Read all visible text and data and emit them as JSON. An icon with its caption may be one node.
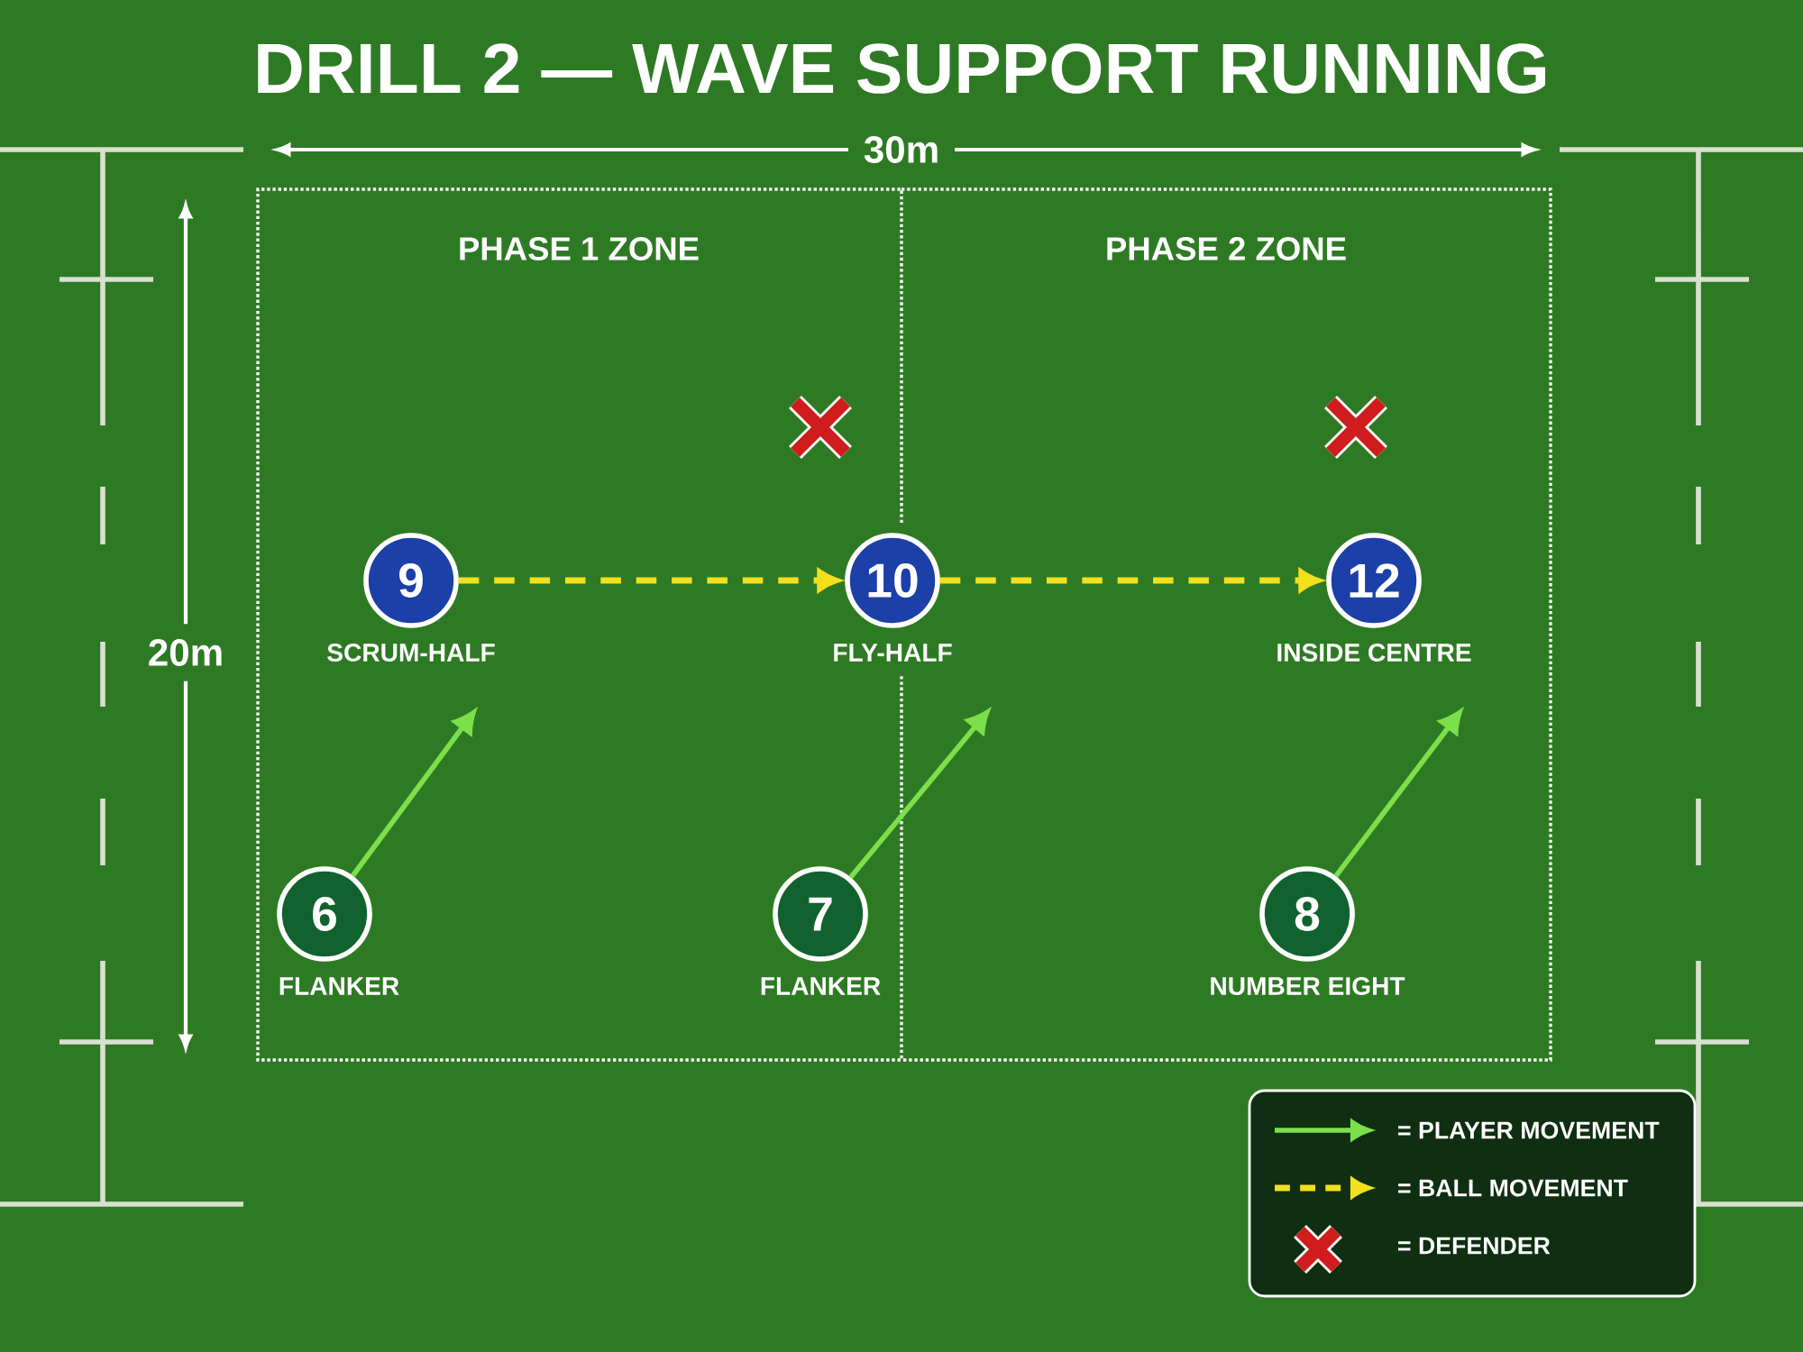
{
  "diagram": {
    "title": "DRILL 2 — WAVE SUPPORT RUNNING",
    "nodes": [
      {
        "text": [
          "PHASE 1 ZONE"
        ]
      },
      {
        "text": [
          "PHASE 2 ZONE"
        ]
      },
      {
        "text": [
          "9"
        ],
        "beside": [
          "SCRUM-HALF"
        ],
        "in": 0
      },
      {
        "text": [
          "10"
        ],
        "beside": [
          "FLY-HALF"
        ]
      },
      {
        "text": [
          "12"
        ],
        "beside": [
          "INSIDE CENTRE"
        ],
        "in": 1
      },
      {
        "text": [
          "6"
        ],
        "beside": [
          "FLANKER"
        ],
        "in": 0
      },
      {
        "text": [
          "7"
        ],
        "beside": [
          "FLANKER"
        ],
        "in": 0
      },
      {
        "text": [
          "8"
        ],
        "beside": [
          "NUMBER EIGHT"
        ],
        "in": 1
      }
    ],
    "edges": [
      {
        "from": 2,
        "to": 3,
        "arrow": "to",
        "style": "dashed",
        "color": "#f2e01c"
      },
      {
        "from": 3,
        "to": 4,
        "arrow": "to",
        "style": "dashed",
        "color": "#f2e01c"
      },
      {
        "from": 5,
        "to": null,
        "arrow": "to"
      },
      {
        "from": 6,
        "to": null,
        "arrow": "to"
      },
      {
        "from": 7,
        "to": null,
        "arrow": "to"
      }
    ],
    "labels": [
      "30m",
      "20m"
    ],
    "legend": [
      {
        "text": "= PLAYER MOVEMENT"
      },
      {
        "text": "= BALL MOVEMENT"
      },
      {
        "text": "= DEFENDER"
      }
    ]
  }
}
